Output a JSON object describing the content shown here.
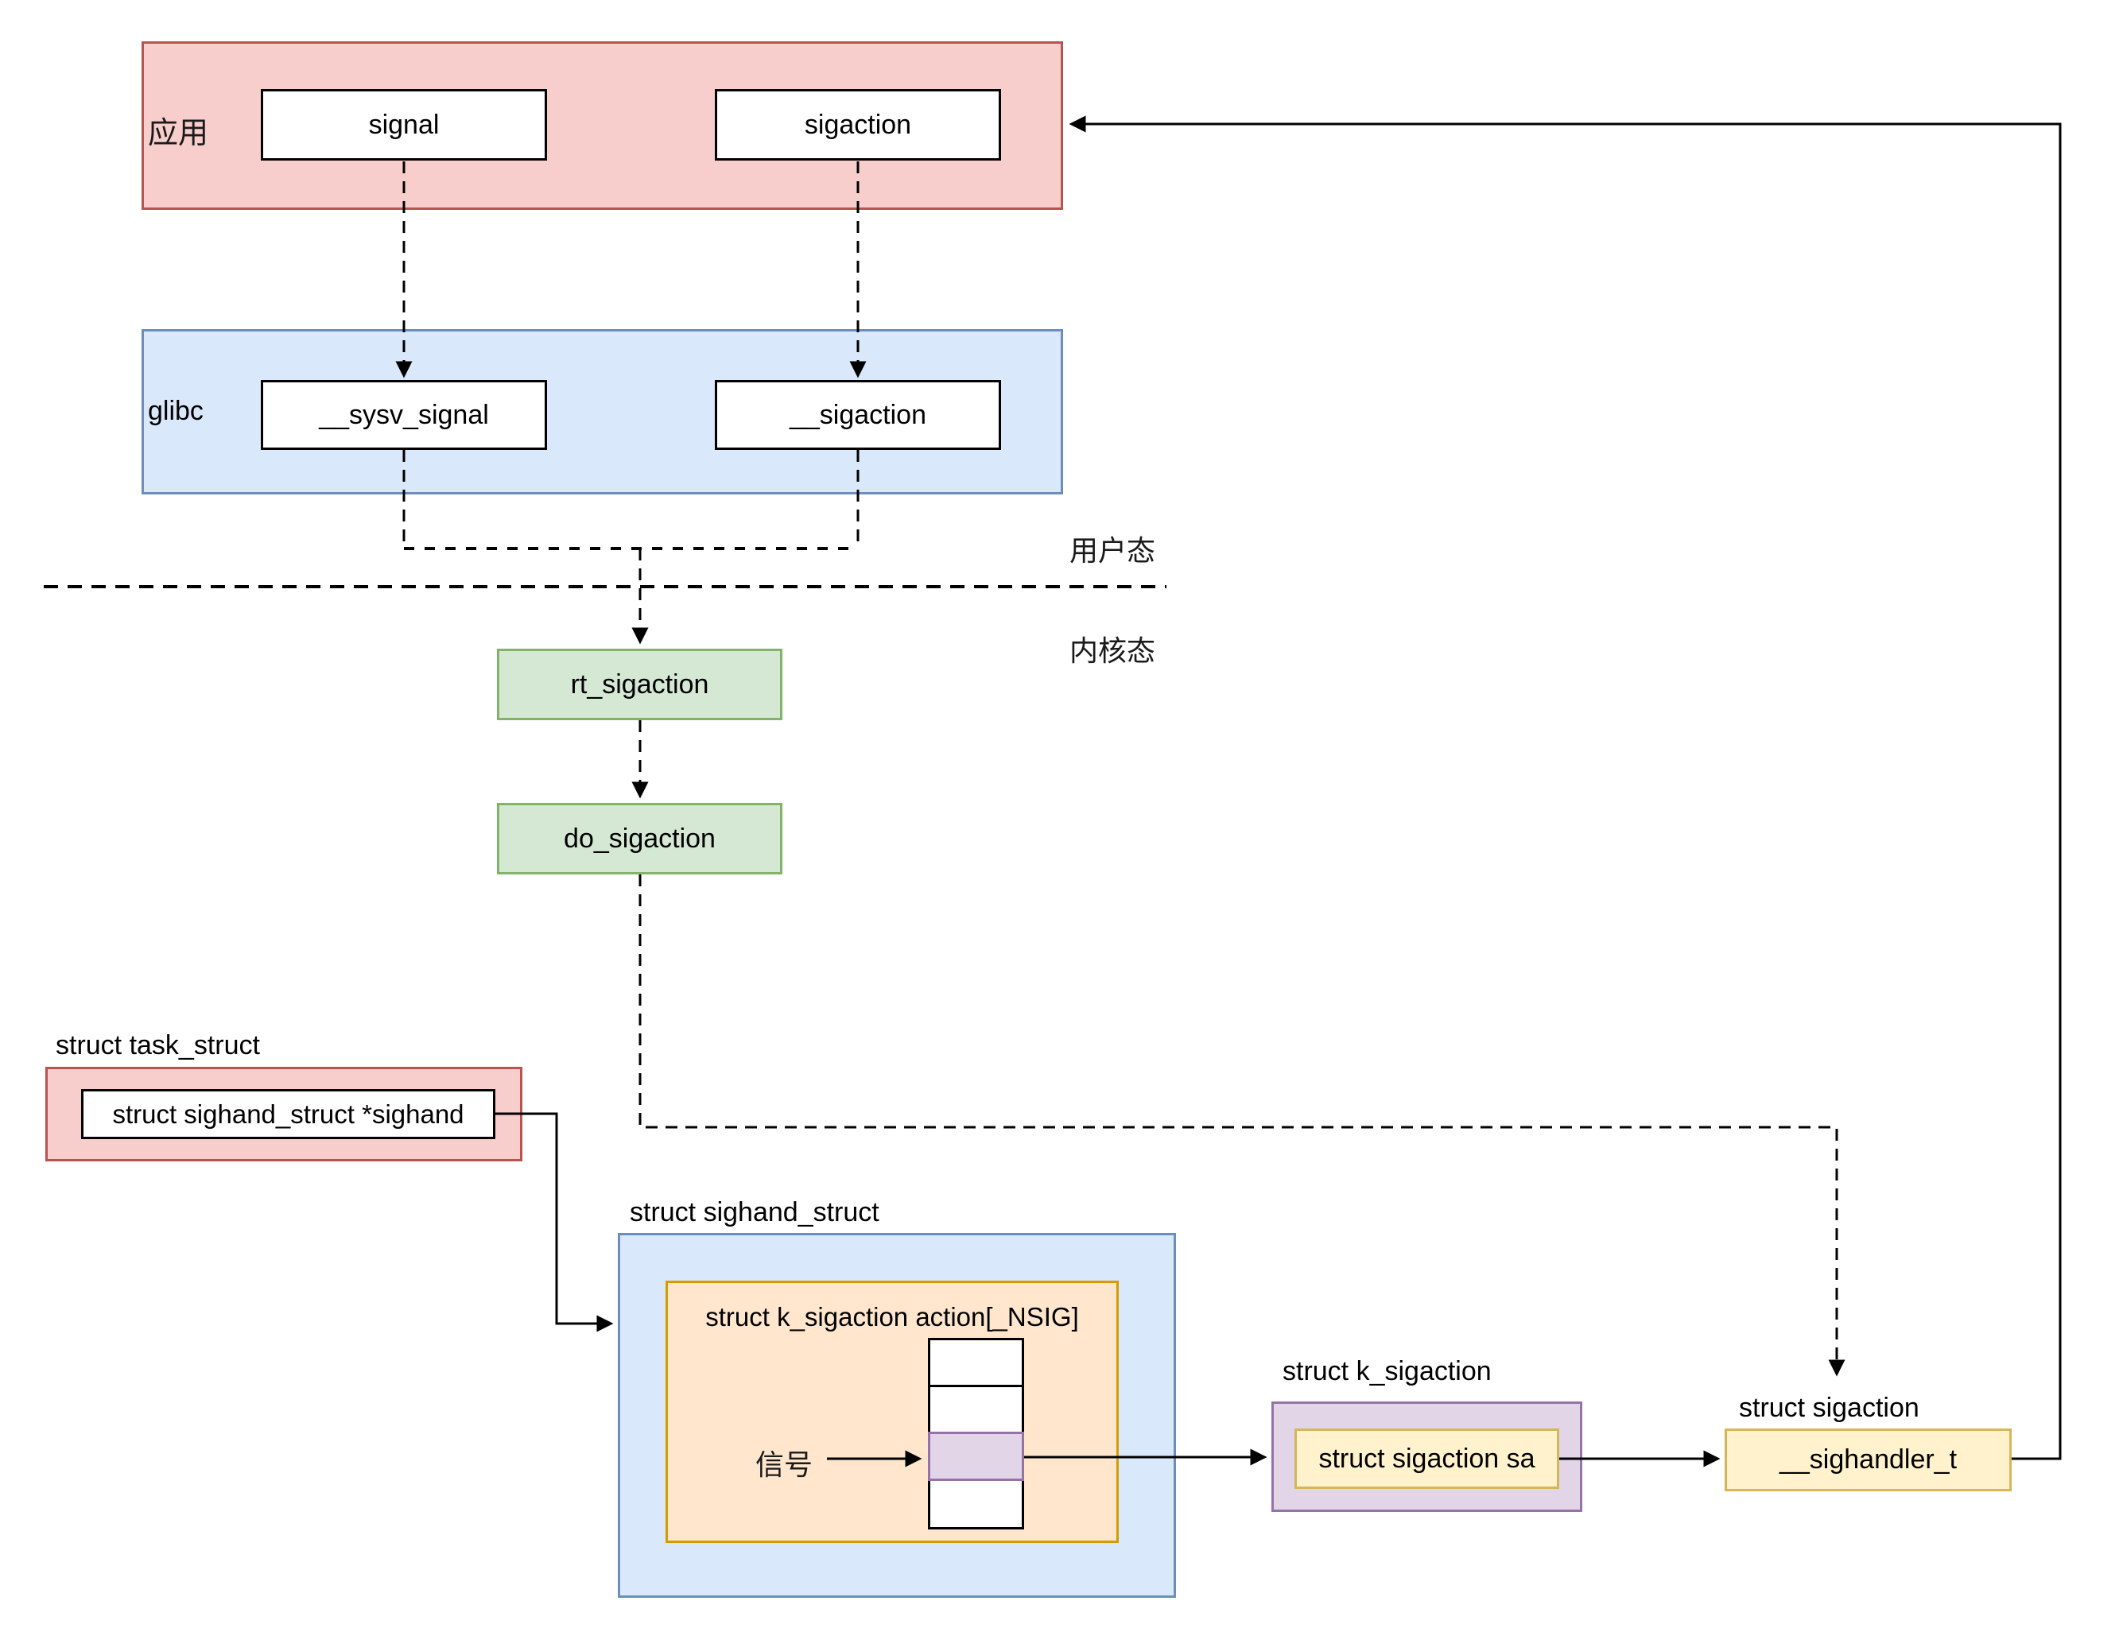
{
  "diagram": {
    "app": {
      "label": "应用",
      "signal": "signal",
      "sigaction": "sigaction"
    },
    "glibc": {
      "label": "glibc",
      "sysv_signal": "__sysv_signal",
      "sigaction": "__sigaction"
    },
    "boundary": {
      "user_mode": "用户态",
      "kernel_mode": "内核态"
    },
    "kernel": {
      "rt_sigaction": "rt_sigaction",
      "do_sigaction": "do_sigaction"
    },
    "task_struct": {
      "title": "struct task_struct",
      "sighand_field": "struct sighand_struct *sighand"
    },
    "sighand_struct": {
      "title": "struct sighand_struct",
      "action_array_label": "struct k_sigaction action[_NSIG]",
      "signal_pointer_label": "信号",
      "array_cell_count": 4,
      "highlighted_cell": 3
    },
    "k_sigaction": {
      "title": "struct k_sigaction",
      "sa_field": "struct sigaction sa"
    },
    "sigaction_struct": {
      "title": "struct sigaction",
      "handler_field": "__sighandler_t"
    },
    "colors": {
      "app_fill": "#f8cecc",
      "app_stroke": "#b85450",
      "glibc_fill": "#dae8fc",
      "glibc_stroke": "#6c8ebf",
      "kernel_fill": "#d5e8d4",
      "kernel_stroke": "#82b366",
      "action_fill": "#ffe6cc",
      "action_stroke": "#d79b00",
      "k_sigaction_fill": "#e1d5e7",
      "k_sigaction_stroke": "#9673a6",
      "sigaction_fill": "#fff2cc",
      "sigaction_stroke": "#d6b656",
      "line_color": "#000000"
    }
  }
}
